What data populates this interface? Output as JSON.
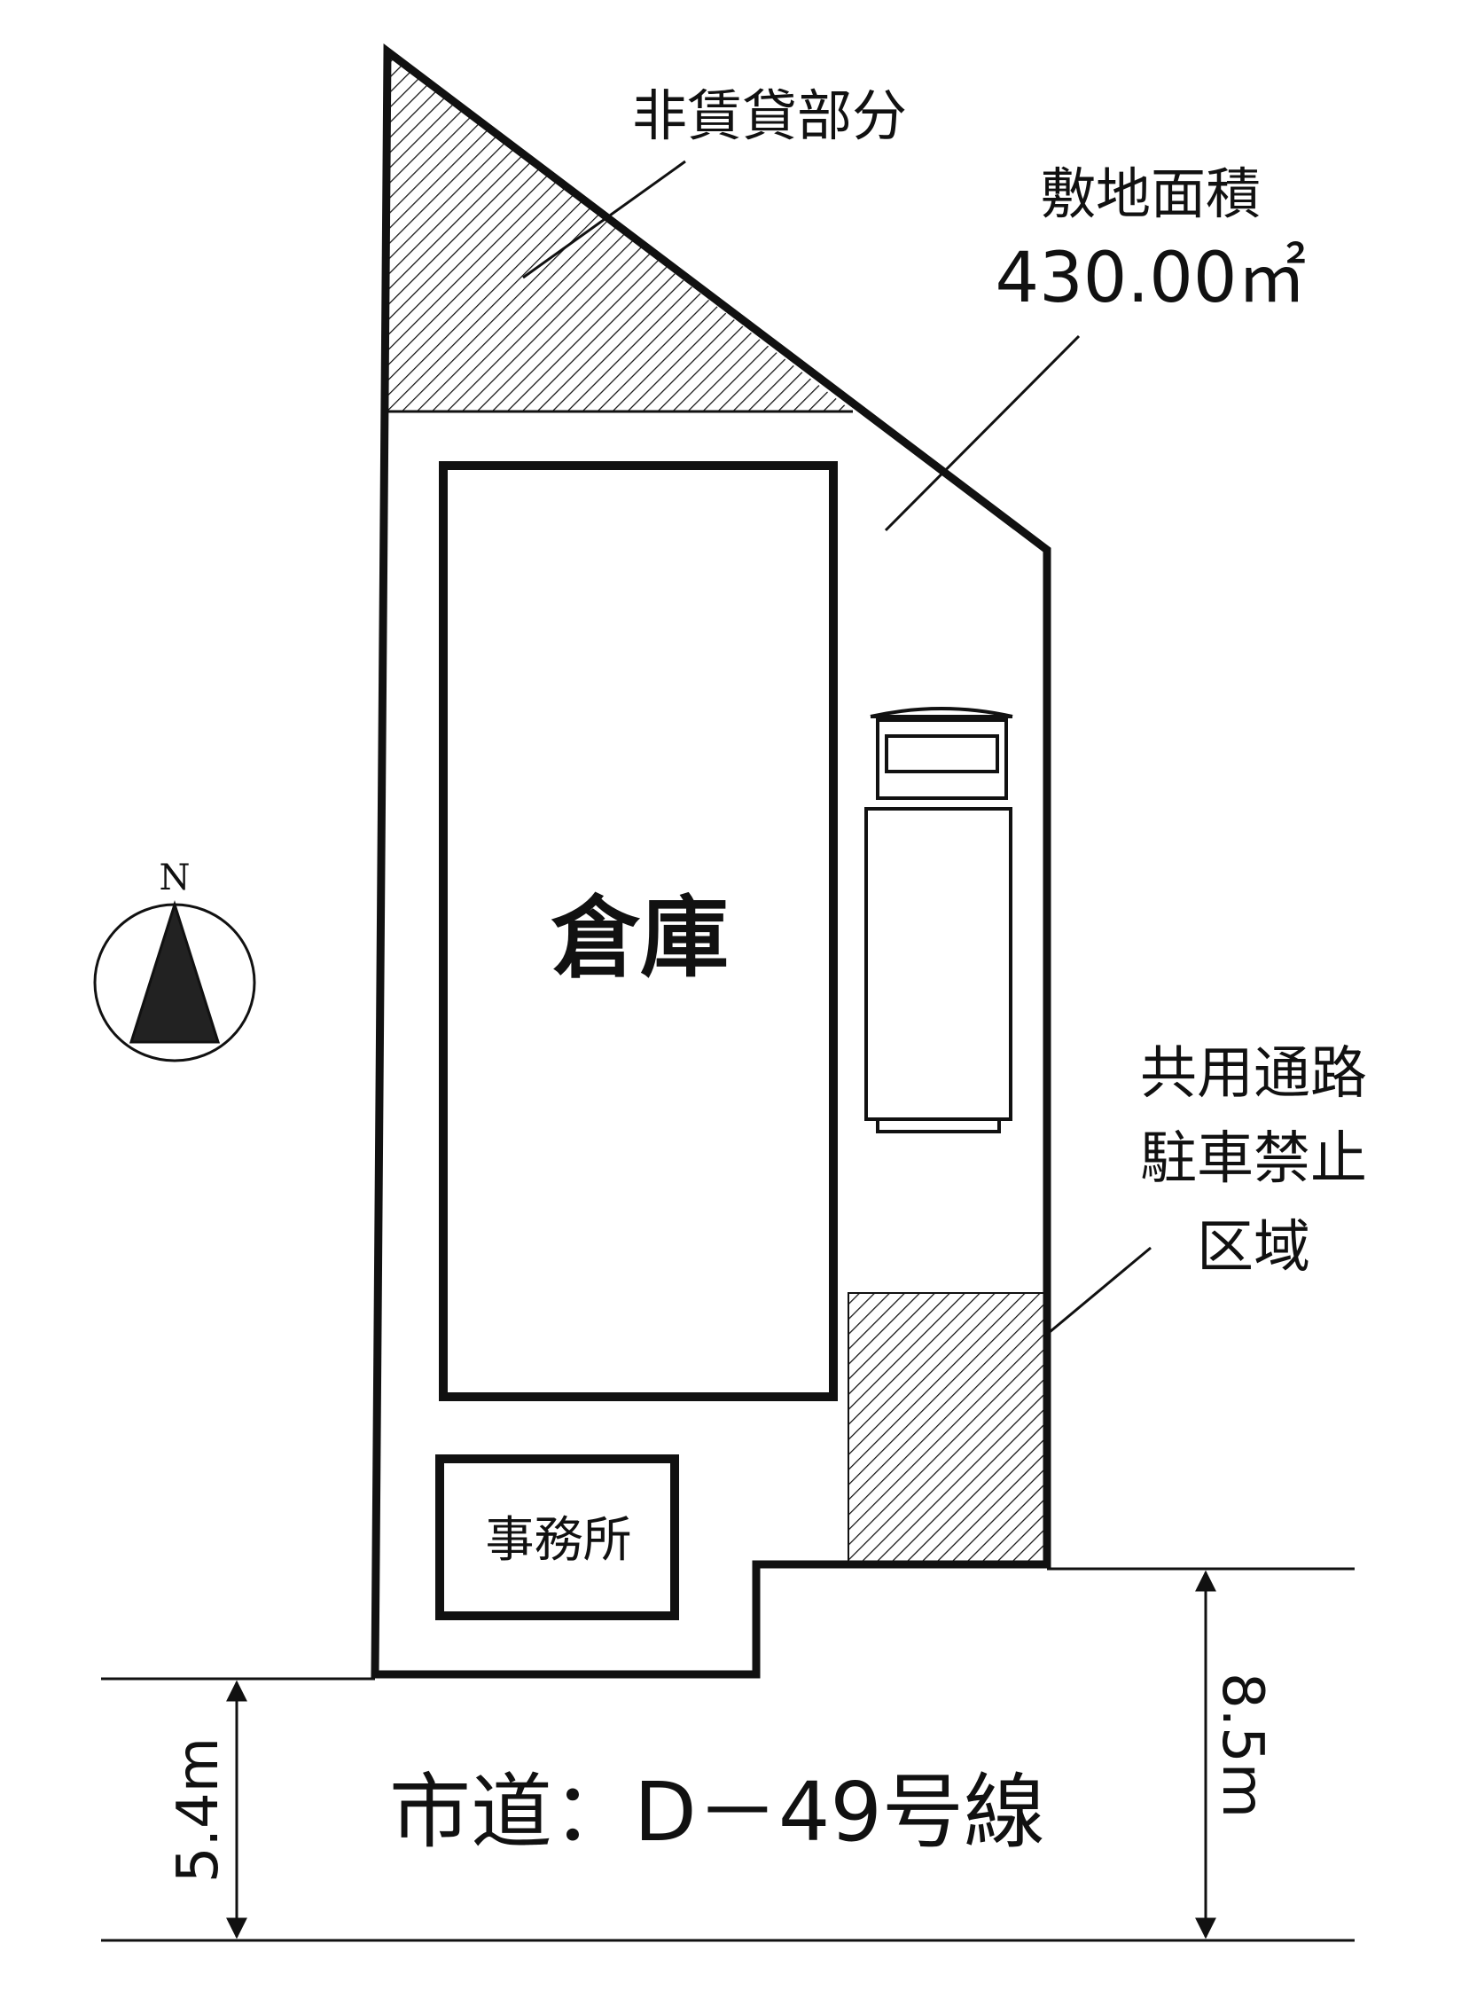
{
  "labels": {
    "non_rental": "非賃貸部分",
    "site_area_title": "敷地面積",
    "site_area_value": "430.00㎡",
    "warehouse": "倉庫",
    "office": "事務所",
    "shared_path_line1": "共用通路",
    "shared_path_line2": "駐車禁止",
    "shared_path_line3": "区域",
    "road": "市道：D－49号線",
    "road_width_left": "5.4m",
    "road_width_right": "8.5m",
    "north": "N"
  },
  "colors": {
    "line": "#111111",
    "background": "#ffffff"
  }
}
